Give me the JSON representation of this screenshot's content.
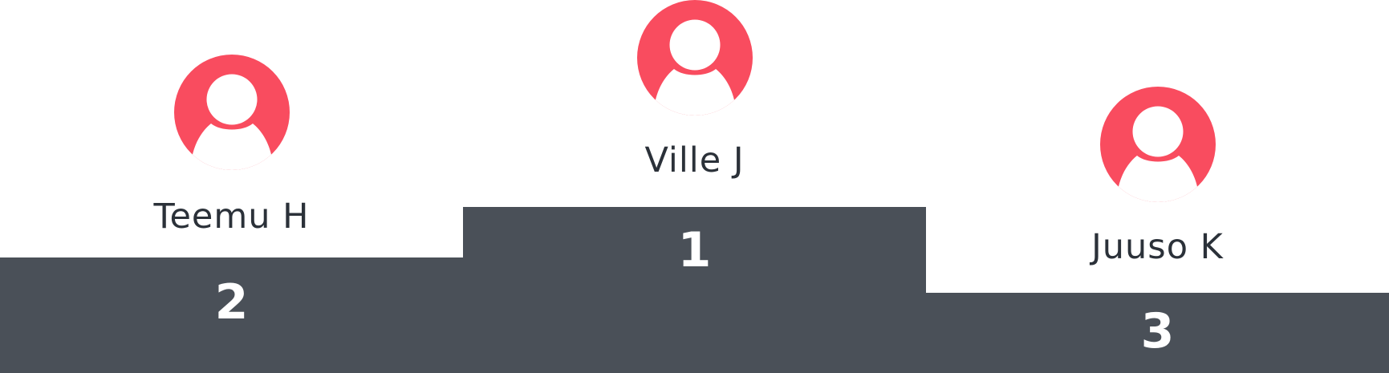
{
  "colors": {
    "avatar": "#f94c5f",
    "podium": "#4a5058",
    "name_text": "#2b3139",
    "rank_text": "#ffffff",
    "background": "#ffffff"
  },
  "icons": {
    "avatar": "user-avatar-icon"
  },
  "podium": {
    "second": {
      "name": "Teemu H",
      "rank": "2"
    },
    "first": {
      "name": "Ville J",
      "rank": "1"
    },
    "third": {
      "name": "Juuso K",
      "rank": "3"
    }
  }
}
